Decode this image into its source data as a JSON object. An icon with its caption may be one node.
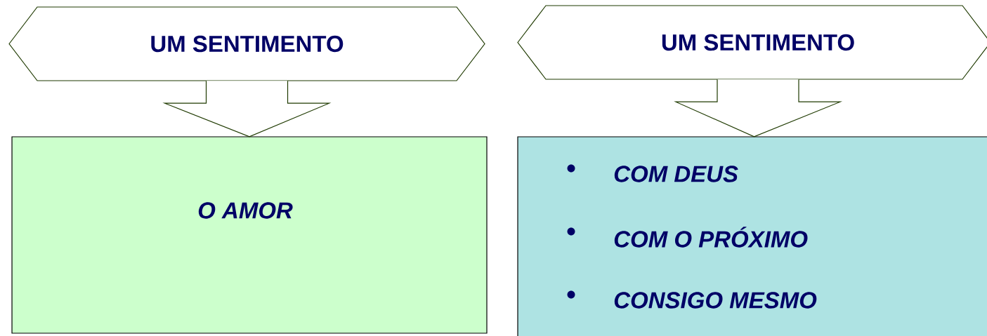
{
  "diagram": {
    "nodes": [
      {
        "text": [
          "UM SENTIMENTO"
        ]
      },
      {
        "text": [
          "O AMOR"
        ]
      },
      {
        "text": [
          "UM SENTIMENTO"
        ]
      },
      {
        "text": [
          "COM DEUS",
          "COM O PRÓXIMO",
          "CONSIGO MESMO"
        ]
      }
    ],
    "edges": [
      {
        "from": 0,
        "to": 1,
        "arrow": "to"
      },
      {
        "from": 2,
        "to": 3,
        "arrow": "to"
      }
    ]
  }
}
